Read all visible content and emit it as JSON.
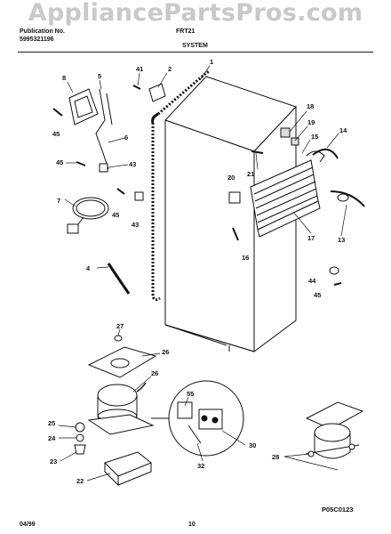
{
  "watermark": "AppliancePartsPros.com",
  "header": {
    "publication_label": "Publication No.",
    "publication_number": "5995321196",
    "model": "FRT21",
    "section_title": "SYSTEM"
  },
  "callouts": [
    "1",
    "2",
    "41",
    "8",
    "5",
    "45",
    "6",
    "45",
    "43",
    "7",
    "45",
    "43",
    "4",
    "18",
    "19",
    "15",
    "14",
    "21",
    "20",
    "17",
    "16",
    "13",
    "44",
    "45",
    "27",
    "26",
    "26",
    "55",
    "25",
    "24",
    "23",
    "30",
    "32",
    "22",
    "28"
  ],
  "footer": {
    "date": "04/99",
    "page_number": "10",
    "figure_code": "P05C0123"
  }
}
